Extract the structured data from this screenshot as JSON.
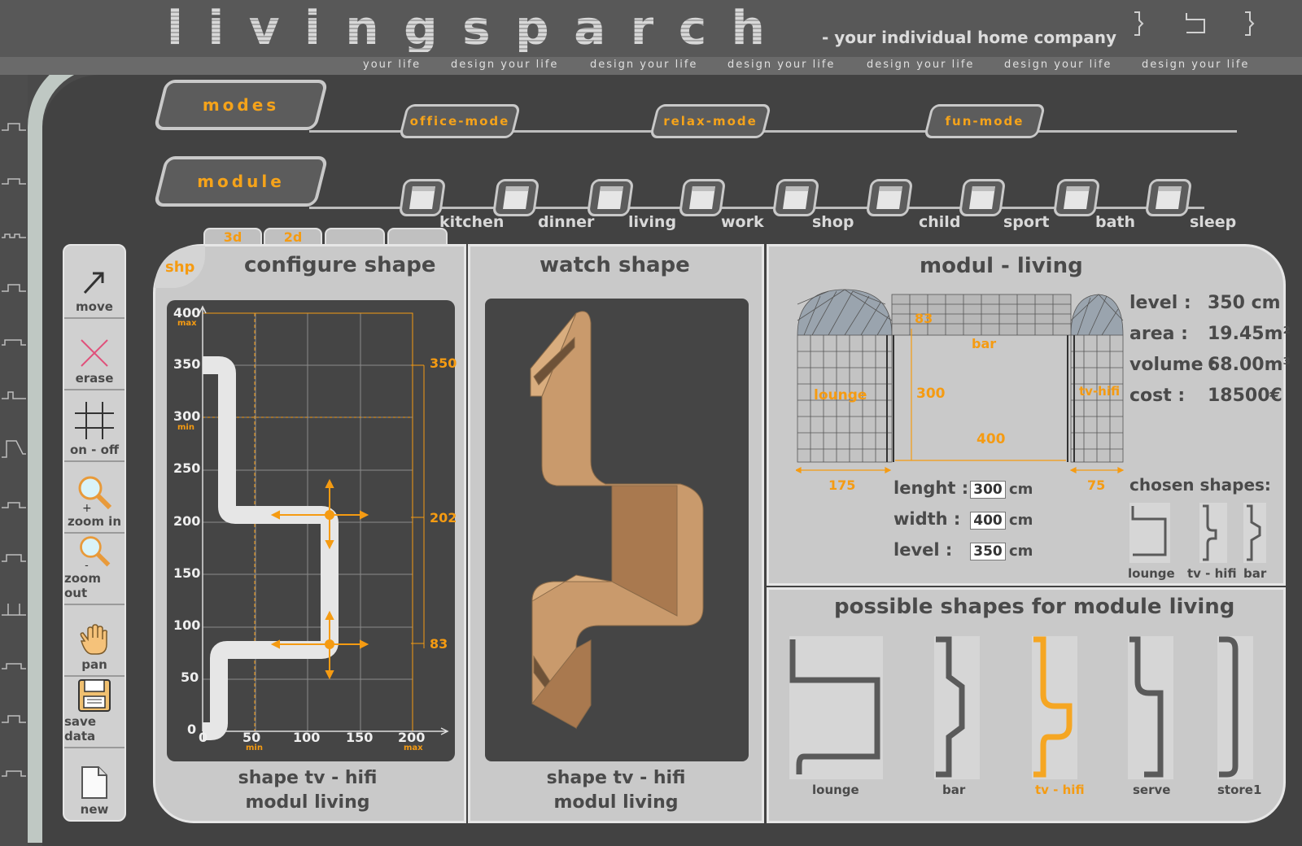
{
  "header": {
    "logo_letters": [
      "l",
      "i",
      "v",
      "i",
      "n",
      "g",
      "s",
      "p",
      "a",
      "r",
      "c",
      "h"
    ],
    "tagline": "- your individual home company",
    "header_icons": [
      "bracket-shape-icon",
      "lounge-shape-icon",
      "brace-shape-icon"
    ]
  },
  "slogans": [
    "your life",
    "design your life",
    "design your life",
    "design your life",
    "design your life",
    "design your life",
    "design your life"
  ],
  "nav": {
    "modes_label": "modes",
    "module_label": "module",
    "modes": [
      "office-mode",
      "relax-mode",
      "fun-mode"
    ],
    "modules": [
      "kitchen",
      "dinner",
      "living",
      "work",
      "shop",
      "child",
      "sport",
      "bath",
      "sleep"
    ]
  },
  "subtabs": [
    "3d",
    "2d",
    "",
    ""
  ],
  "toolbar": {
    "tools": [
      {
        "label": "move",
        "icon": "move-arrow-icon"
      },
      {
        "label": "erase",
        "icon": "erase-x-icon"
      },
      {
        "label": "on - off",
        "icon": "grid-icon"
      },
      {
        "label": "zoom in",
        "icon": "zoom-in-icon"
      },
      {
        "label": "zoom out",
        "icon": "zoom-out-icon"
      },
      {
        "label": "pan",
        "icon": "hand-icon"
      },
      {
        "label": "save data",
        "icon": "floppy-disk-icon"
      },
      {
        "label": "new",
        "icon": "new-document-icon"
      }
    ]
  },
  "configure": {
    "badge": "shp",
    "title": "configure shape",
    "caption_line1": "shape   tv - hifi",
    "caption_line2": "modul living",
    "y_ticks": [
      "400",
      "350",
      "300",
      "250",
      "200",
      "150",
      "100",
      "50",
      "0"
    ],
    "x_ticks": [
      "0",
      "50",
      "100",
      "150",
      "200"
    ],
    "y_max_label": "max",
    "y_min_label": "min",
    "x_min_label": "min",
    "x_max_label": "max",
    "right_markers": [
      "350",
      "202",
      "83"
    ]
  },
  "watch": {
    "title": "watch shape",
    "caption_line1": "shape   tv - hifi",
    "caption_line2": "modul living"
  },
  "modul": {
    "title": "modul  -  living",
    "info": [
      {
        "key": "level :",
        "value": "350 cm"
      },
      {
        "key": "area :",
        "value": "19.45m²"
      },
      {
        "key": "volume :",
        "value": "68.00m³"
      },
      {
        "key": "cost :",
        "value": "18500€"
      }
    ],
    "diagram_labels": {
      "top": "83",
      "bar": "bar",
      "lounge": "lounge",
      "height": "300",
      "tvhifi": "tv-hifi",
      "width": "400",
      "left_dim": "175",
      "right_dim": "75"
    },
    "dims": [
      {
        "key": "lenght :",
        "value": "300",
        "unit": "cm"
      },
      {
        "key": "width :",
        "value": "400",
        "unit": "cm"
      },
      {
        "key": "level :",
        "value": "350",
        "unit": "cm"
      }
    ],
    "chosen_title": "chosen shapes:",
    "chosen": [
      "lounge",
      "tv - hifi",
      "bar"
    ]
  },
  "possible": {
    "title": "possible shapes for module living",
    "shapes": [
      "lounge",
      "bar",
      "tv - hifi",
      "serve",
      "store1"
    ],
    "selected_index": 2,
    "accent": "#f59b12"
  }
}
